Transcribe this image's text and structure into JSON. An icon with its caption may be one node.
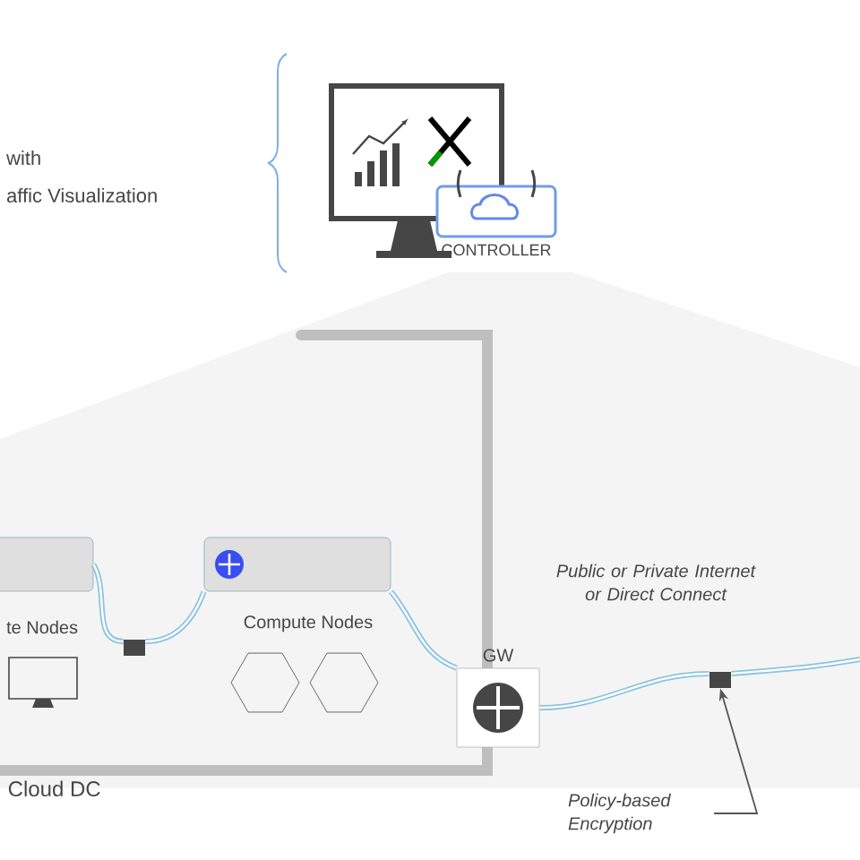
{
  "diagram": {
    "nodes": [
      {
        "text": [
          "CONTROLLER"
        ]
      },
      {
        "text": [
          "Cloud DC"
        ]
      },
      {
        "text": [],
        "shape": "box",
        "in": 1,
        "beside": [
          "te Nodes"
        ]
      },
      {
        "text": [],
        "shape": "box",
        "in": 1,
        "beside": [
          "Compute Nodes"
        ]
      },
      {
        "text": [
          "GW"
        ]
      },
      {
        "text": [],
        "shape": "lock",
        "in": 1
      },
      {
        "text": [],
        "shape": "lock"
      },
      {
        "text": [
          "Policy-based Encryption"
        ]
      }
    ],
    "edges": [
      {
        "from": 2,
        "to": 5,
        "arrow": "none"
      },
      {
        "from": 5,
        "to": 3,
        "arrow": "none"
      },
      {
        "from": 3,
        "to": 4,
        "arrow": "none"
      },
      {
        "from": 4,
        "to": 6,
        "arrow": "none"
      },
      {
        "from": 6,
        "to": null,
        "arrow": "none"
      },
      {
        "from": 7,
        "to": 6,
        "arrow": "to",
        "color": "#555555"
      }
    ],
    "labels": [
      "with",
      "affic Visualization",
      "Public or Private Internet or Direct Connect"
    ]
  }
}
